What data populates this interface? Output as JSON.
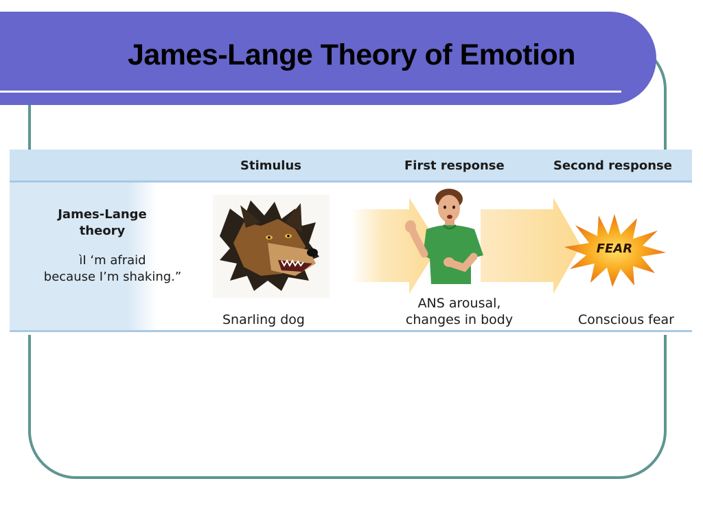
{
  "slide": {
    "title": "James-Lange Theory of Emotion"
  },
  "figure": {
    "headers": {
      "stimulus": "Stimulus",
      "first_response": "First response",
      "second_response": "Second response"
    },
    "theory": {
      "name_line1": "James-Lange",
      "name_line2": "theory",
      "quote_line1": "ìI ‘m afraid",
      "quote_line2": "because I’m shaking.”"
    },
    "stimulus_caption": "Snarling dog",
    "first_response_caption_line1": "ANS arousal,",
    "first_response_caption_line2": "changes in body",
    "second_response_caption": "Conscious fear",
    "fear_burst_text": "FEAR"
  },
  "colors": {
    "title_band": "#6666cc",
    "frame": "#5e9690",
    "header_bg": "#cde2f2",
    "arrow": "#fde3a7",
    "burst": "#f7941d"
  }
}
